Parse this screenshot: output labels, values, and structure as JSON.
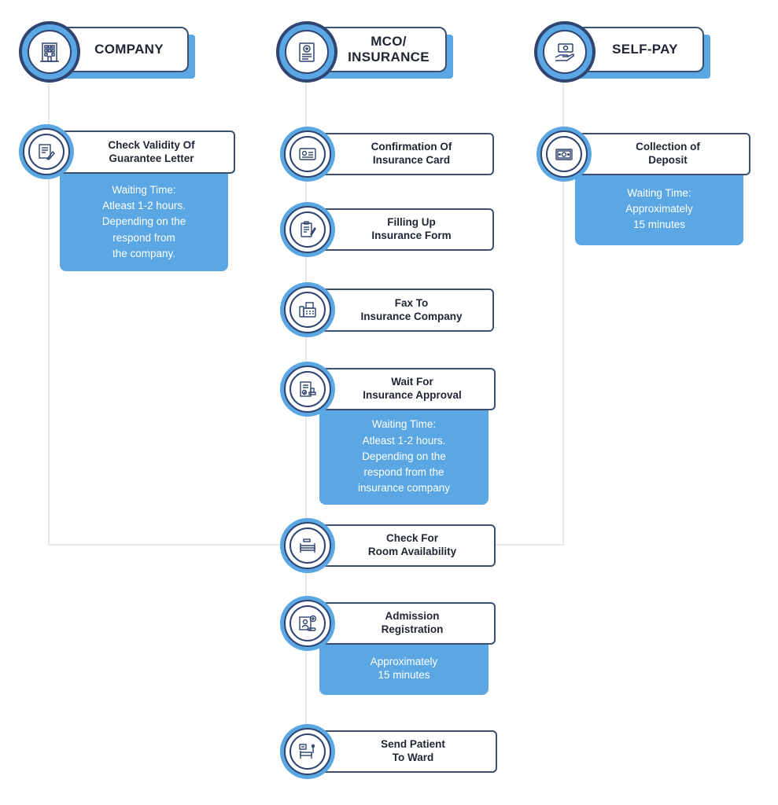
{
  "columns": {
    "company": {
      "title": "COMPANY",
      "icon": "building-icon"
    },
    "insurance": {
      "title": "MCO/\nINSURANCE",
      "icon": "insurance-document-icon"
    },
    "selfpay": {
      "title": "SELF-PAY",
      "icon": "cash-hand-icon"
    }
  },
  "steps": {
    "check_validity": {
      "label": "Check Validity Of\nGuarantee Letter",
      "icon": "letter-document-icon"
    },
    "confirm_card": {
      "label": "Confirmation Of\nInsurance Card",
      "icon": "id-card-icon"
    },
    "fill_form": {
      "label": "Filling Up\nInsurance Form",
      "icon": "clipboard-pen-icon"
    },
    "fax": {
      "label": "Fax To\nInsurance Company",
      "icon": "fax-machine-icon"
    },
    "wait_approval": {
      "label": "Wait For\nInsurance Approval",
      "icon": "approval-stamp-icon"
    },
    "room": {
      "label": "Check For\nRoom Availability",
      "icon": "bed-icon"
    },
    "admission": {
      "label": "Admission\nRegistration",
      "icon": "patient-registration-icon"
    },
    "ward": {
      "label": "Send Patient\nTo Ward",
      "icon": "hospital-bed-icon"
    },
    "deposit": {
      "label": "Collection of\nDeposit",
      "icon": "money-icon"
    }
  },
  "notes": {
    "company_wait": "Waiting Time:\nAtleast 1-2 hours.\nDepending on the\nrespond from\nthe company.",
    "insurance_wait": "Waiting Time:\nAtleast 1-2 hours.\nDepending on the\nrespond from the\ninsurance company",
    "admission_time": "Approximately\n15 minutes",
    "deposit_wait": "Waiting Time:\nApproximately\n15 minutes"
  },
  "colors": {
    "accent": "#5aa7e3",
    "navy": "#2f4470",
    "connector": "#e6e8ec"
  }
}
